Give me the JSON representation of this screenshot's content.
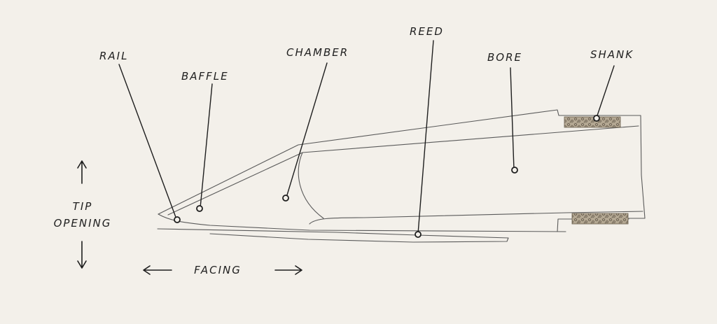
{
  "labels": {
    "rail": "RAIL",
    "baffle": "BAFFLE",
    "chamber": "CHAMBER",
    "reed": "REED",
    "bore": "BORE",
    "shank": "SHANK",
    "tip_line1": "TIP",
    "tip_line2": "OPENING",
    "facing": "FACING"
  },
  "colors": {
    "background": "#f3f0ea",
    "ink": "#1e1e1e",
    "outline": "#5a5a5a",
    "cork": "#a79a86"
  }
}
